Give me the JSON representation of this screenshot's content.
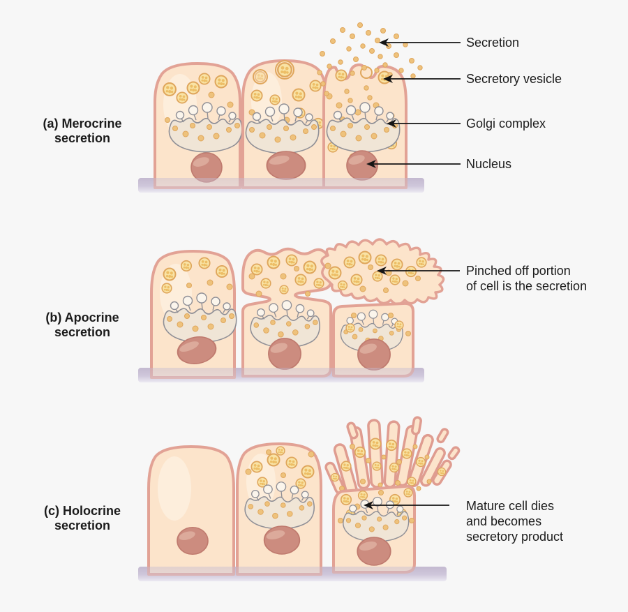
{
  "figure_type": "biology-diagram-modes-of-glandular-secretion",
  "panels": [
    {
      "id": "a",
      "title_lines": [
        "(a) Merocrine",
        "secretion"
      ],
      "callouts": [
        {
          "label": "Secretion"
        },
        {
          "label": "Secretory vesicle"
        },
        {
          "label": "Golgi complex"
        },
        {
          "label": "Nucleus"
        }
      ]
    },
    {
      "id": "b",
      "title_lines": [
        "(b) Apocrine",
        "secretion"
      ],
      "callouts": [
        {
          "label_lines": [
            "Pinched off portion",
            "of cell is the secretion"
          ]
        }
      ]
    },
    {
      "id": "c",
      "title_lines": [
        "(c) Holocrine",
        "secretion"
      ],
      "callouts": [
        {
          "label_lines": [
            "Mature cell dies",
            "and becomes",
            "secretory product"
          ]
        }
      ]
    }
  ],
  "icons": {
    "callout_arrow": "left-arrow"
  },
  "colors": {
    "background": "#f7f7f7",
    "text": "#1b1b1b",
    "arrow": "#151515",
    "cell_fill": "#fce4cb",
    "cell_highlight": "#fdf2e1",
    "cell_stroke": "#e2a295",
    "strand_stroke": "#df9c90",
    "nucleus_fill": "#cc8c7f",
    "nucleus_stroke": "#bf7a6e",
    "nucleus_highlight": "#e0b2a3",
    "golgi_stroke": "#8f8f96",
    "golgi_fill": "#f0e5d6",
    "golgi_bulb_fill": "#fbf5ec",
    "vesicle_stroke": "#dfa65c",
    "vesicle_fill": "#f9e3a5",
    "vesicle_dot": "#edbe66",
    "secretion_dot": "#eec27c",
    "basement_membrane": "#c9c0d5"
  }
}
